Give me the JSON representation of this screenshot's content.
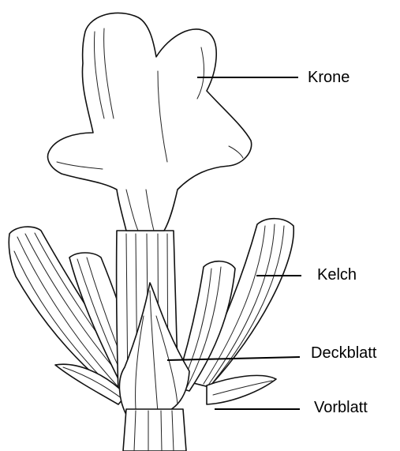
{
  "diagram": {
    "subject": "flower-structure",
    "labels": {
      "krone": "Krone",
      "kelch": "Kelch",
      "deckblatt": "Deckblatt",
      "vorblatt": "Vorblatt"
    },
    "colors": {
      "ink": "#111111",
      "background": "#ffffff",
      "text": "#000000"
    }
  }
}
